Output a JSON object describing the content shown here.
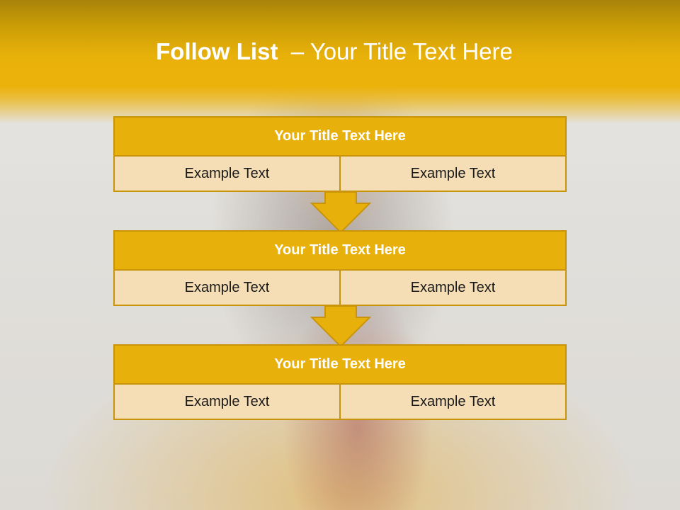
{
  "slide": {
    "title_bold": "Follow List",
    "title_rest": "  – Your Title Text Here"
  },
  "steps": [
    {
      "title": "Your Title Text Here",
      "left": "Example Text",
      "right": "Example Text"
    },
    {
      "title": "Your Title Text Here",
      "left": "Example Text",
      "right": "Example Text"
    },
    {
      "title": "Your Title Text Here",
      "left": "Example Text",
      "right": "Example Text"
    }
  ],
  "colors": {
    "accent": "#e8b00b",
    "border": "#c8950a",
    "cell_fill": "#f5deb5",
    "title_text": "#ffffff"
  },
  "icons": [
    "down-arrow-icon",
    "down-arrow-icon"
  ]
}
